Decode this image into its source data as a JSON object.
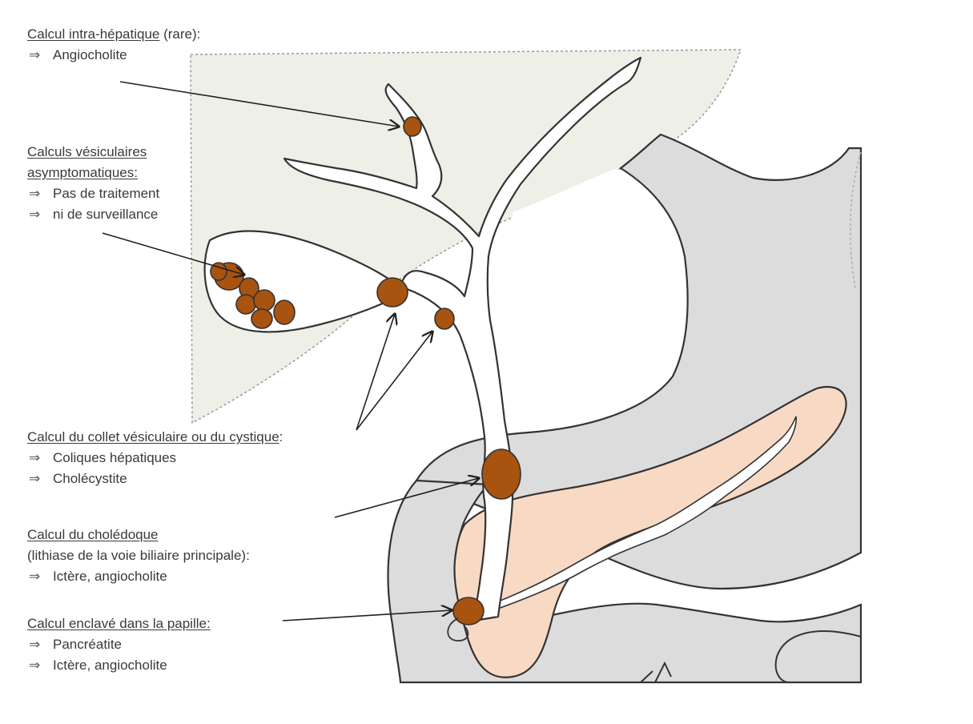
{
  "colors": {
    "liver": "#eeefe6",
    "organ_gray": "#dcdcdc",
    "pancreas": "#f8d9c3",
    "stone": "#a8530f",
    "outline": "#333333",
    "text": "#3a3a3a"
  },
  "arrow_symbol": "⇒",
  "annotations": {
    "intrahepatic": {
      "heading": "Calcul intra-hépatique",
      "heading_suffix": " (rare):",
      "items": [
        "Angiocholite"
      ]
    },
    "gallbladder": {
      "heading_line1": "Calculs vésiculaires",
      "heading_line2": "asymptomatiques:",
      "items": [
        "Pas de traitement",
        "ni de surveillance"
      ]
    },
    "cystic": {
      "heading": "Calcul du collet vésiculaire ou du cystique",
      "heading_suffix": ":",
      "items": [
        "Coliques hépatiques",
        "Cholécystite"
      ]
    },
    "choledochal": {
      "heading": "Calcul du cholédoque",
      "subheading": "(lithiase de la voie biliaire principale):",
      "items": [
        "Ictère, angiocholite"
      ]
    },
    "papilla": {
      "heading": "Calcul enclavé dans la papille:",
      "items": [
        "Pancréatite",
        "Ictère, angiocholite"
      ]
    }
  }
}
